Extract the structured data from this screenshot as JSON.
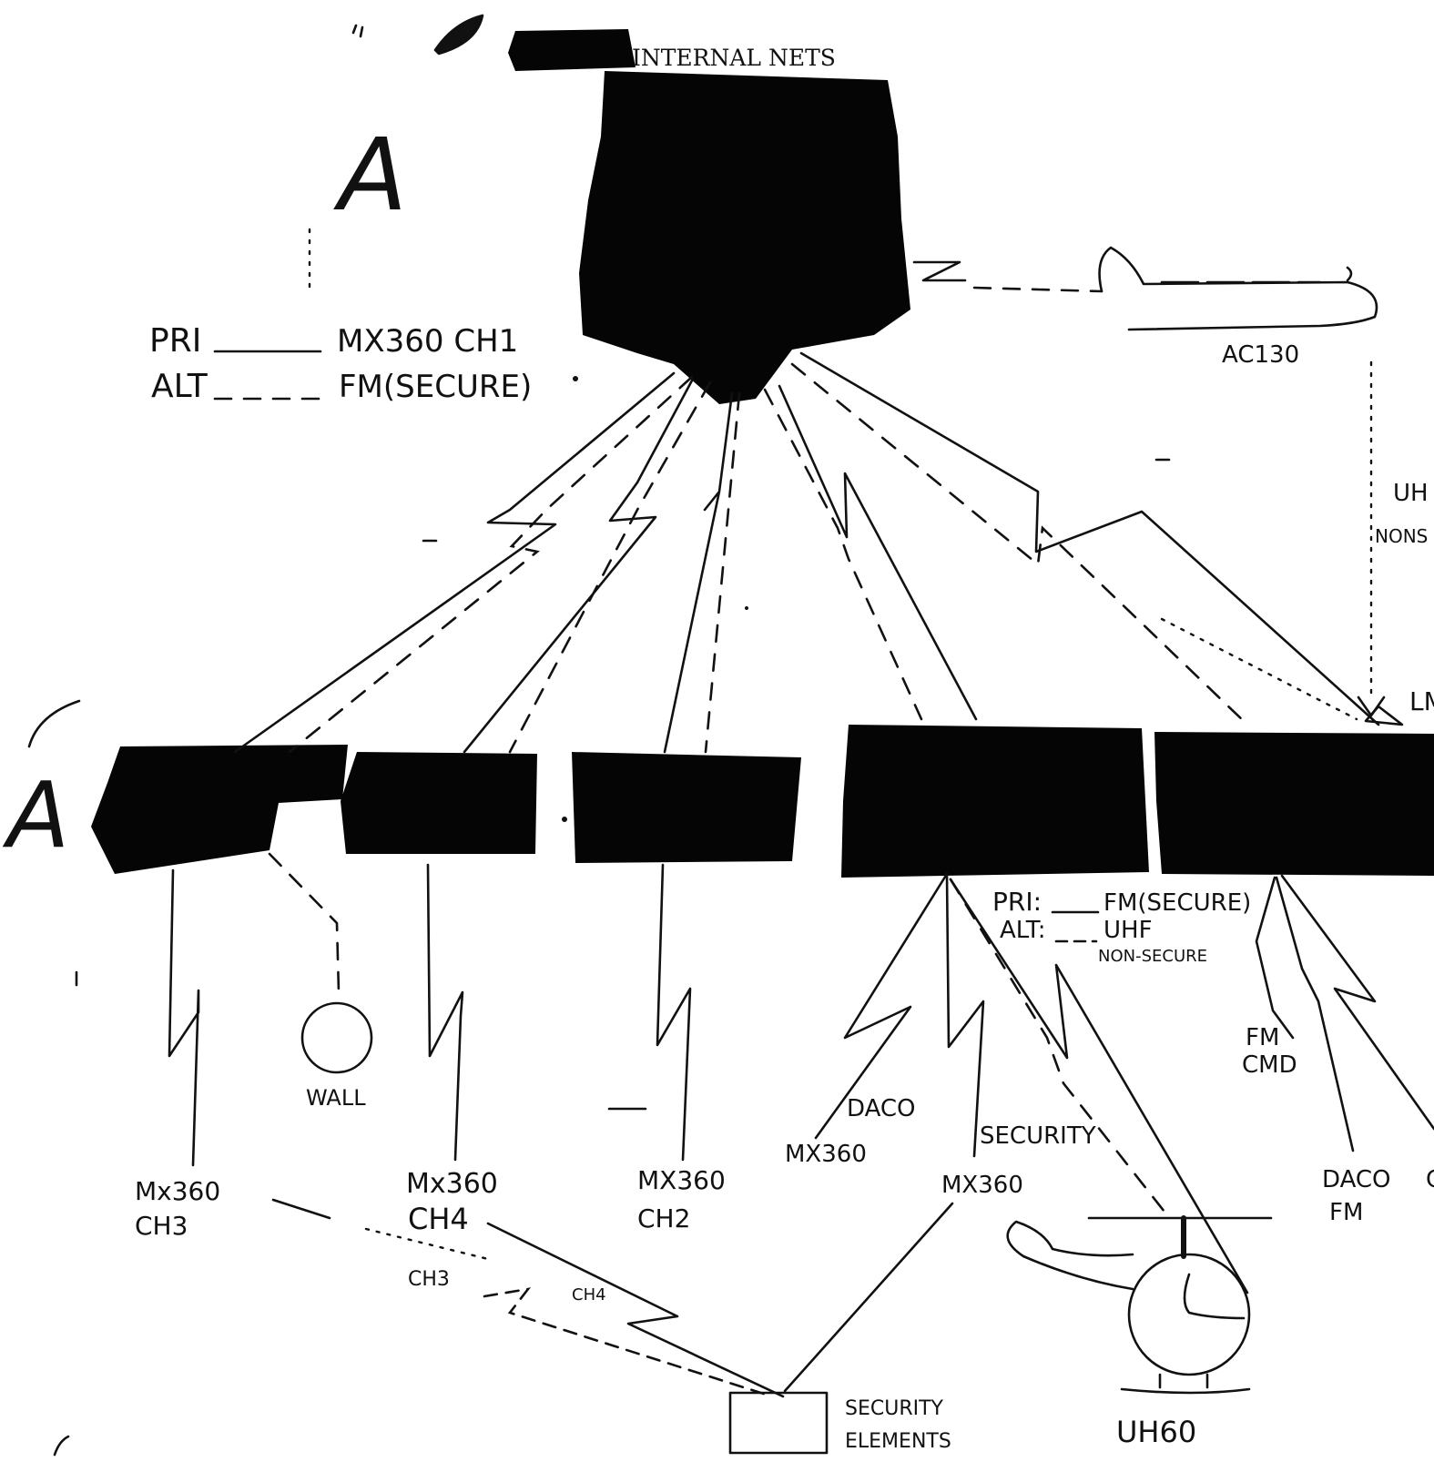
{
  "title": "INTERNAL NETS",
  "margin_marks": {
    "top": "A",
    "left": "A"
  },
  "legend_top": {
    "pri_label": "PRI",
    "pri_value": "MX360 CH1",
    "alt_label": "ALT",
    "alt_value": "FM(SECURE)"
  },
  "legend_mid": {
    "pri_label": "PRI:",
    "pri_value": "FM(SECURE)",
    "alt_label": "ALT:",
    "alt_value": "UHF",
    "alt_note": "NON-SECURE"
  },
  "aircraft": {
    "label": "AC130",
    "link_label": "UH",
    "link_note": "NONS"
  },
  "lm_label": "LM",
  "wall_label": "WALL",
  "bottom_labels": {
    "mx_ch3": [
      "Mx360",
      "CH3"
    ],
    "mx_ch4": [
      "Mx360",
      "CH4"
    ],
    "mx_ch2": [
      "MX360",
      "CH2"
    ],
    "daco": "DACO",
    "mx_left": "MX360",
    "security": "SECURITY",
    "mx_mid": "MX360",
    "fm_cmd": [
      "FM",
      "CMD"
    ],
    "daco_fm": [
      "DACO",
      "FM"
    ],
    "edge_c": "C",
    "ch3_small": "CH3",
    "ch4_small": "CH4"
  },
  "security_elements": [
    "SECURITY",
    "ELEMENTS"
  ],
  "helicopter": {
    "label": "UH60"
  },
  "colors": {
    "ink": "#111111",
    "redaction": "#050505",
    "paper": "#ffffff"
  }
}
